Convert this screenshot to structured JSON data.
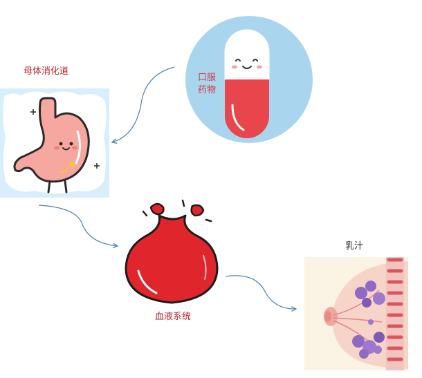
{
  "labels": {
    "maternal_gi": "母体消化道",
    "oral_drug_line1": "口服",
    "oral_drug_line2": "药物",
    "bloodstream": "血液系统",
    "breast_milk": "乳汁"
  },
  "colors": {
    "label_red": "#c0202a",
    "pill_red": "#e8454c",
    "pill_circle": "#a9d6ee",
    "stomach_pink": "#f5a7a0",
    "blood_red": "#e0262c",
    "arrow_blue": "#4b82b4",
    "breast_bg": "#fbf3e4",
    "milk_gland_purple": "#8e6ac2"
  },
  "icons": {
    "pill": "capsule-pill-icon",
    "stomach": "stomach-icon",
    "blood": "blood-drop-icon",
    "breast": "breast-anatomy-icon"
  }
}
